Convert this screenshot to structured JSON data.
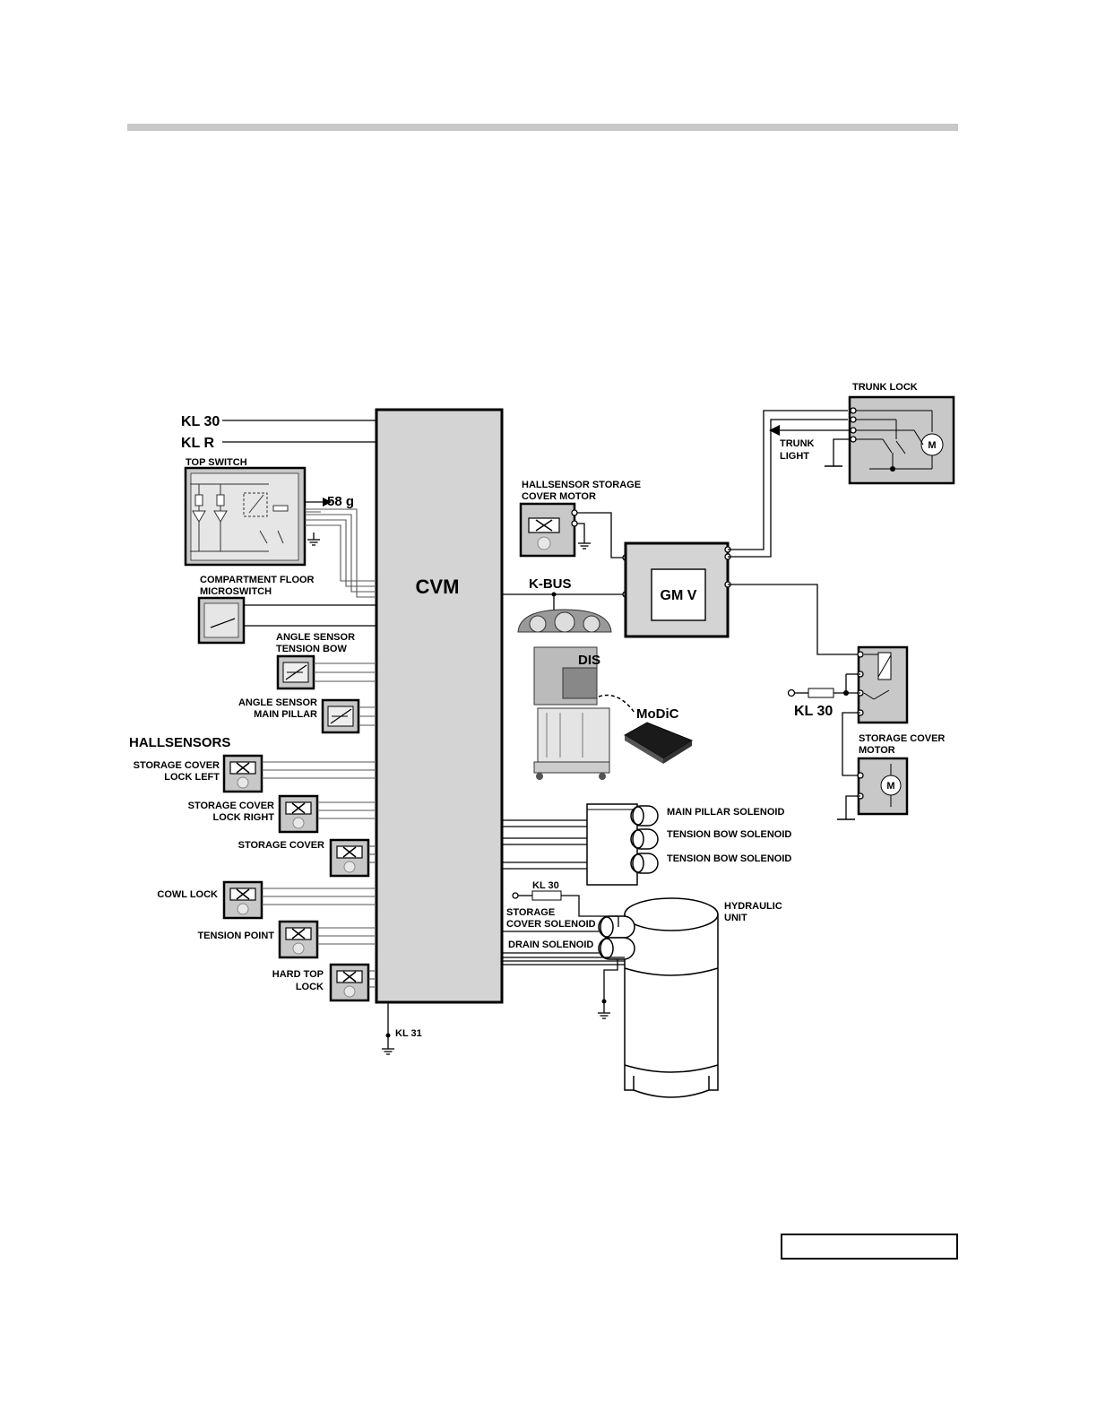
{
  "labels": {
    "cvm": "CVM",
    "kl30_top": "KL 30",
    "klr": "KL R",
    "top_switch": "TOP SWITCH",
    "g58": "58 g",
    "compartment_floor": "COMPARTMENT FLOOR",
    "microswitch": "MICROSWITCH",
    "angle_tension_1": "ANGLE SENSOR",
    "angle_tension_2": "TENSION BOW",
    "angle_pillar_1": "ANGLE SENSOR",
    "angle_pillar_2": "MAIN PILLAR",
    "hallsensors": "HALLSENSORS",
    "hs_left_1": "STORAGE COVER",
    "hs_left_2": "LOCK LEFT",
    "hs_right_1": "STORAGE COVER",
    "hs_right_2": "LOCK RIGHT",
    "hs_cover": "STORAGE COVER",
    "hs_cowl": "COWL LOCK",
    "hs_tension": "TENSION POINT",
    "hs_hardtop_1": "HARD TOP",
    "hs_hardtop_2": "LOCK",
    "kl31": "KL 31",
    "hallsensor_motor_1": "HALLSENSOR STORAGE",
    "hallsensor_motor_2": "COVER MOTOR",
    "kbus": "K-BUS",
    "gmv": "GM V",
    "dis": "DIS",
    "modic": "MoDiC",
    "trunk_lock": "TRUNK LOCK",
    "trunk_light_1": "TRUNK",
    "trunk_light_2": "LIGHT",
    "kl30_right": "KL 30",
    "storage_motor_1": "STORAGE COVER",
    "storage_motor_2": "MOTOR",
    "sol_main_pillar": "MAIN PILLAR SOLENOID",
    "sol_tension_1": "TENSION BOW SOLENOID",
    "sol_tension_2": "TENSION BOW SOLENOID",
    "kl30_hyd": "KL 30",
    "storage_cover_sol_1": "STORAGE",
    "storage_cover_sol_2": "COVER SOLENOID",
    "drain_solenoid": "DRAIN SOLENOID",
    "hydraulic_1": "HYDRAULIC",
    "hydraulic_2": "UNIT"
  },
  "icons": {
    "hallsensor": "hallsensor-icon",
    "motor": "motor-icon",
    "ground": "ground-icon",
    "resistor": "resistor-icon",
    "solenoid": "solenoid-icon"
  },
  "colors": {
    "module_fill": "#d4d4d4",
    "header_rule": "#c8c8c8"
  }
}
